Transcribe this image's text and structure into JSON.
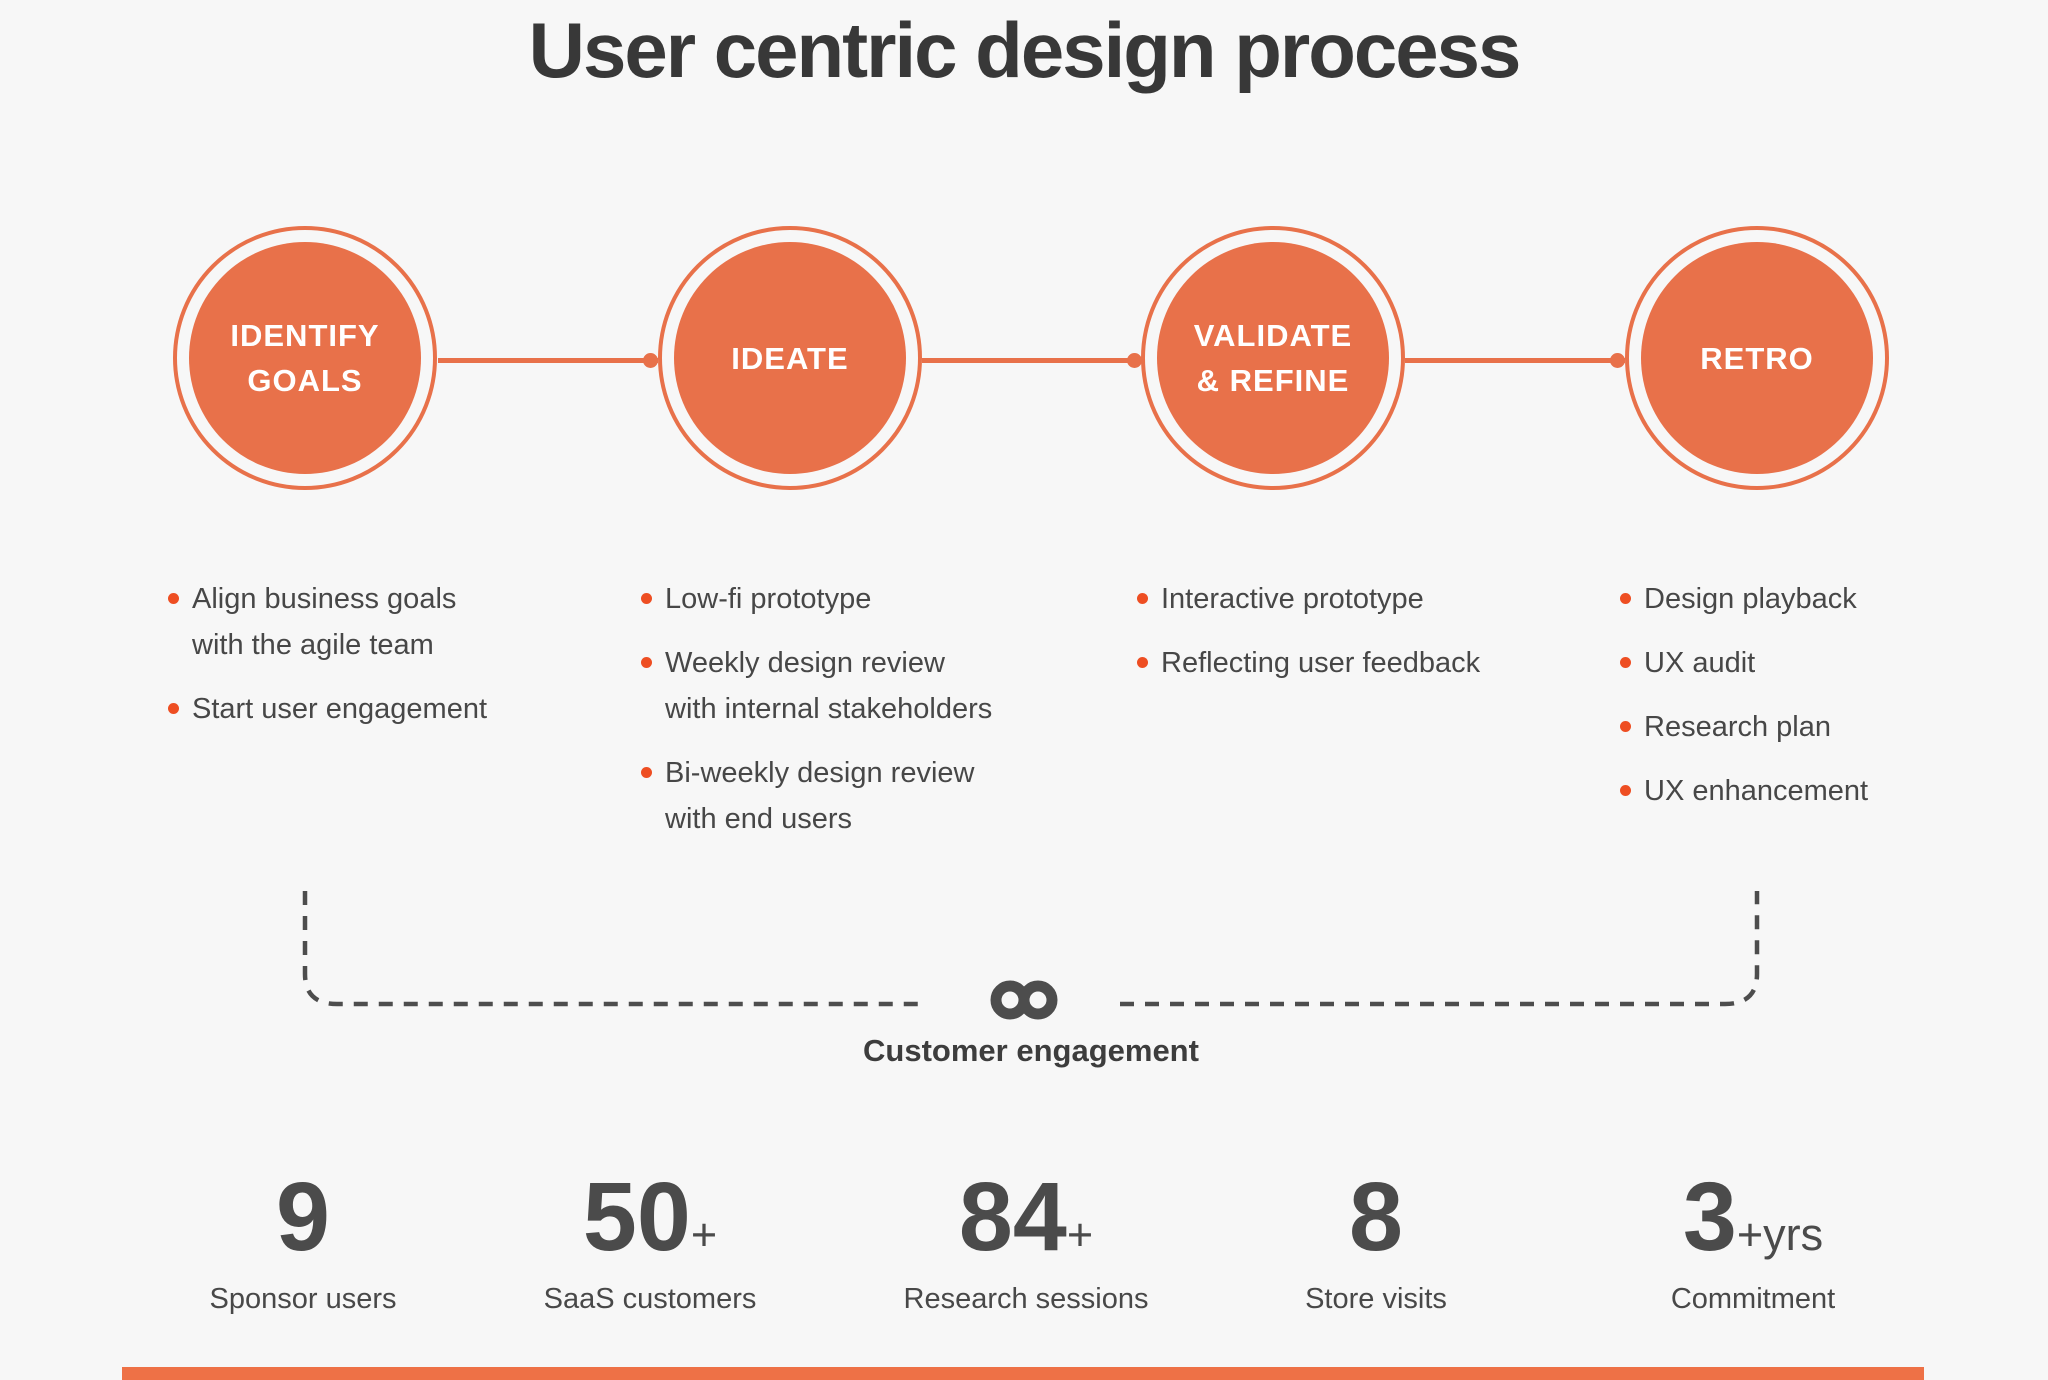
{
  "title": "User centric design process",
  "stages": [
    {
      "label": "IDENTIFY\nGOALS",
      "bullets": [
        "Align business goals with the agile team",
        "Start user engagement"
      ]
    },
    {
      "label": "IDEATE",
      "bullets": [
        "Low-fi prototype",
        "Weekly design review with internal stakeholders",
        "Bi-weekly design review with end users"
      ]
    },
    {
      "label": "VALIDATE\n& REFINE",
      "bullets": [
        "Interactive prototype",
        "Reflecting user feedback"
      ]
    },
    {
      "label": "RETRO",
      "bullets": [
        "Design playback",
        "UX audit",
        "Research plan",
        "UX enhancement"
      ]
    }
  ],
  "engagement": {
    "symbol": "infinity-loop",
    "label": "Customer engagement"
  },
  "stats": [
    {
      "value": "9",
      "suffix": "",
      "label": "Sponsor users"
    },
    {
      "value": "50",
      "suffix": "+",
      "label": "SaaS customers"
    },
    {
      "value": "84",
      "suffix": "+",
      "label": "Research sessions"
    },
    {
      "value": "8",
      "suffix": "",
      "label": "Store visits"
    },
    {
      "value": "3",
      "suffix": "+yrs",
      "label": "Commitment"
    }
  ],
  "colors": {
    "background": "#F7F7F7",
    "circle_orange": "#E8714A",
    "bullet_orange": "#EE4E22",
    "accent_bar": "#EE7146",
    "bracket_gray": "#4D4D4D",
    "title_text": "#383838",
    "body_text": "#474747"
  }
}
